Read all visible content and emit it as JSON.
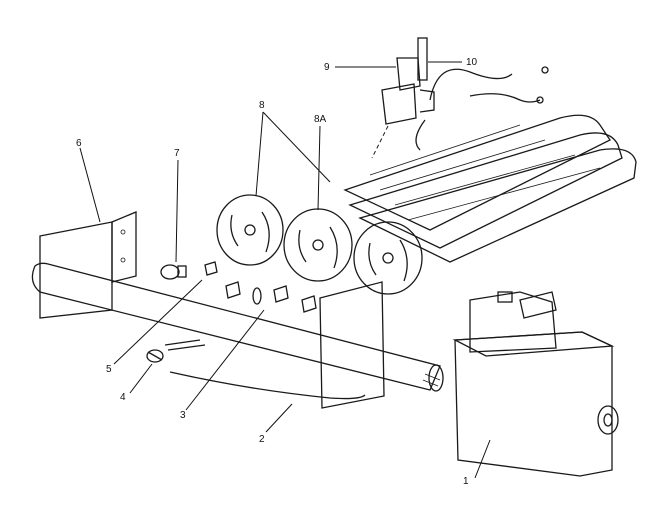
{
  "diagram": {
    "parts": [
      {
        "id": "valve",
        "label": "1"
      },
      {
        "id": "tube",
        "label": "2"
      },
      {
        "id": "orifice",
        "label": "3"
      },
      {
        "id": "spud",
        "label": "4"
      },
      {
        "id": "screw",
        "label": "5"
      },
      {
        "id": "bracket",
        "label": "6"
      },
      {
        "id": "manifold-fitting",
        "label": "7"
      },
      {
        "id": "burner-face",
        "label": "8"
      },
      {
        "id": "burner-face-a",
        "label": "8A"
      },
      {
        "id": "pilot-bracket",
        "label": "9"
      },
      {
        "id": "thermocouple",
        "label": "10"
      }
    ]
  }
}
